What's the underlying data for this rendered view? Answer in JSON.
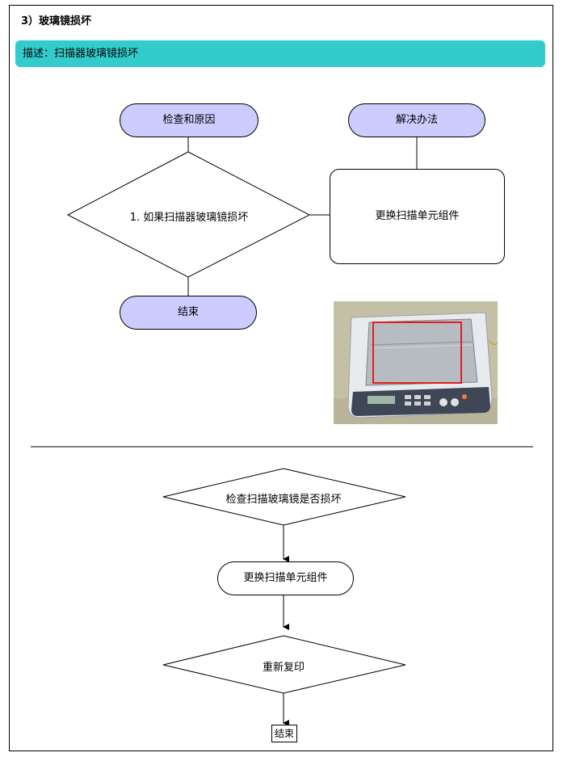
{
  "section": {
    "title": "3）玻璃镜损坏"
  },
  "description": {
    "text": "描述：扫描器玻璃镜损坏"
  },
  "flow_top": {
    "check_label": "检查和原因",
    "solution_label": "解决办法",
    "condition_label": "1. 如果扫描器玻璃镜损坏",
    "action_label": "更换扫描单元组件",
    "end_label": "结束"
  },
  "flow_bottom": {
    "step1_label": "检查扫描玻璃镜是否损坏",
    "step2_label": "更换扫描单元组件",
    "step3_label": "重新复印",
    "end_label": "结束"
  },
  "colors": {
    "accent_bar": "#33cccc",
    "pill_fill": "#ccccff",
    "highlight_red": "#e02020"
  }
}
